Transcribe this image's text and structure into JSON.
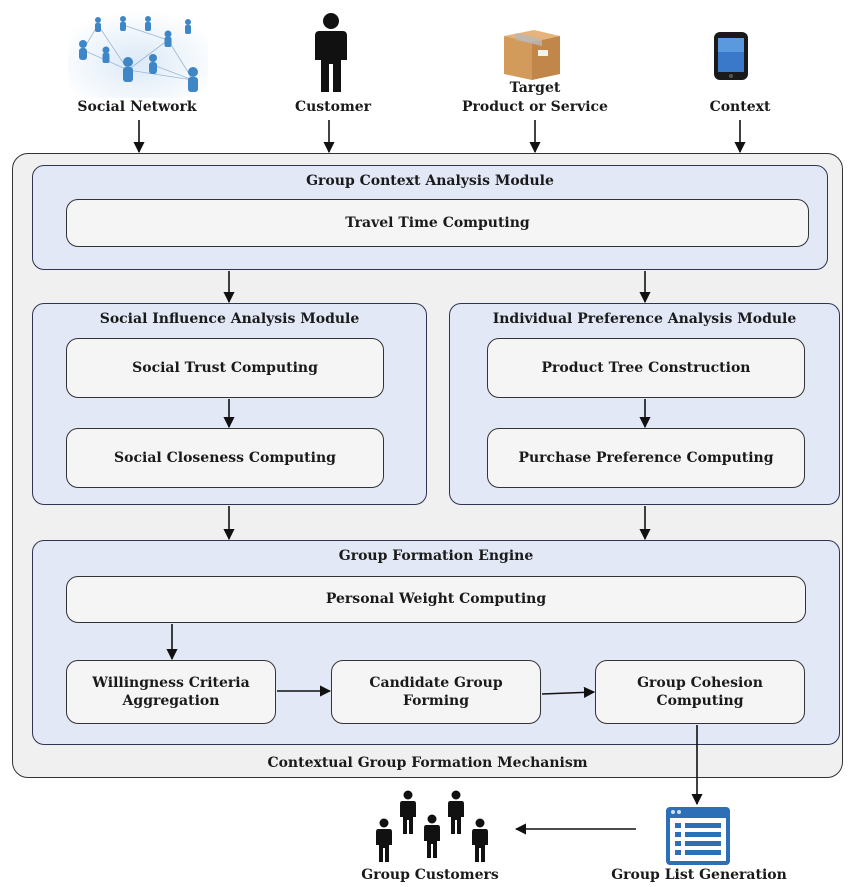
{
  "inputs": {
    "social_network": "Social Network",
    "customer": "Customer",
    "target_line1": "Target",
    "target_line2": "Product or Service",
    "context": "Context"
  },
  "mechanism": {
    "label": "Contextual Group Formation Mechanism"
  },
  "group_context_module": {
    "title": "Group Context Analysis Module",
    "travel_time": "Travel Time Computing"
  },
  "social_influence_module": {
    "title": "Social Influence Analysis Module",
    "social_trust": "Social Trust Computing",
    "social_closeness": "Social Closeness Computing"
  },
  "individual_preference_module": {
    "title": "Individual Preference Analysis Module",
    "product_tree": "Product Tree Construction",
    "purchase_preference": "Purchase Preference Computing"
  },
  "group_formation_engine": {
    "title": "Group Formation Engine",
    "personal_weight": "Personal Weight Computing",
    "willingness_line1": "Willingness Criteria",
    "willingness_line2": "Aggregation",
    "candidate_line1": "Candidate Group",
    "candidate_line2": "Forming",
    "cohesion_line1": "Group Cohesion",
    "cohesion_line2": "Computing"
  },
  "outputs": {
    "group_list": "Group List Generation",
    "group_customers": "Group Customers"
  },
  "icons": {
    "social_network": "social-network-icon",
    "customer": "person-icon",
    "target": "package-box-icon",
    "context": "smartphone-icon",
    "group_list": "list-window-icon",
    "group_customers": "people-group-icon"
  },
  "colors": {
    "module_fill": "#e3e8f6",
    "outer_fill": "#f0f0f0",
    "box_fill": "#f5f5f5",
    "stroke": "#333333"
  }
}
